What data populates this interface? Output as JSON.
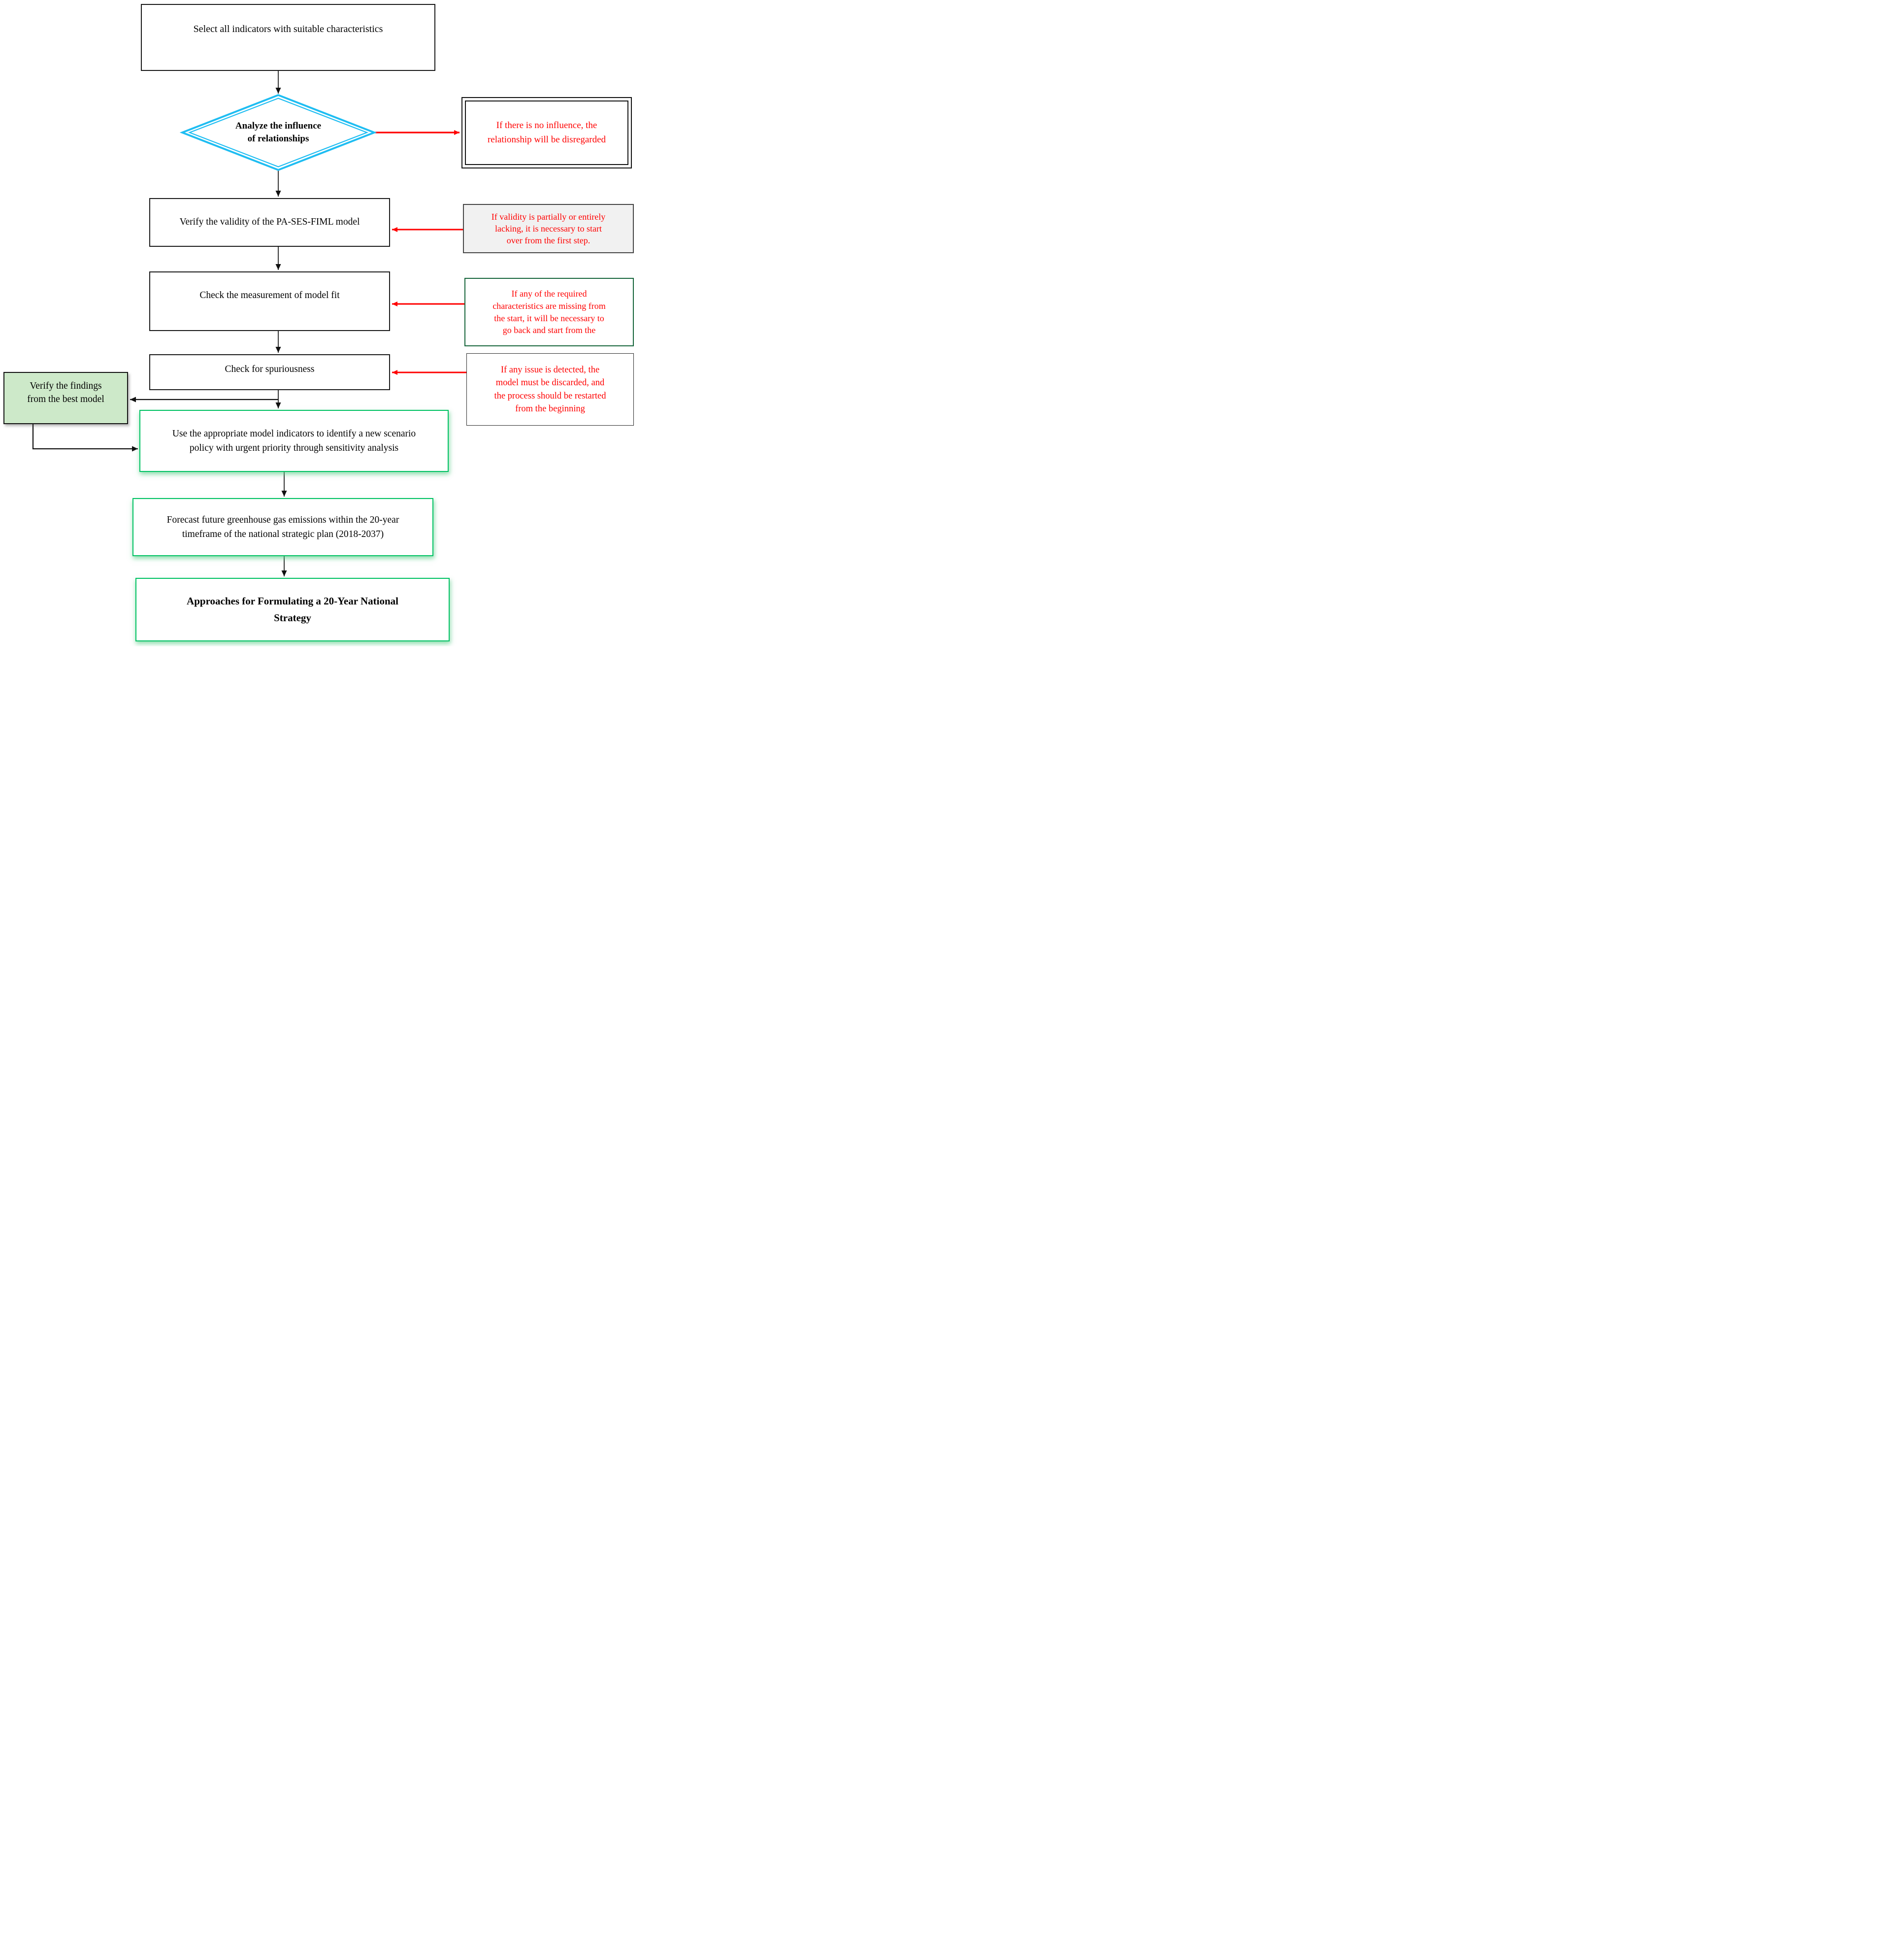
{
  "colors": {
    "diamond_border": "#1ebdf2",
    "process_border": "#1b1b1b",
    "annotation_text": "#ff0000",
    "result_border": "#00c263",
    "findings_fill": "#cde9c9",
    "gray_annotation_fill": "#f1f1f1",
    "dark_green_annotation_border": "#17663c"
  },
  "nodes": {
    "select": {
      "label": "Select all indicators with suitable characteristics"
    },
    "analyze": {
      "line1": "Analyze the influence",
      "line2": "of relationships"
    },
    "verify_validity": {
      "label": "Verify the validity of the PA-SES-FIML model"
    },
    "check_fit": {
      "label": "Check the measurement of model fit"
    },
    "check_spuriousness": {
      "label": "Check for spuriousness"
    },
    "verify_findings": {
      "line1": "Verify the findings",
      "line2": "from the best model"
    },
    "use_indicators": {
      "line1": "Use the appropriate model indicators to identify a new scenario",
      "line2": "policy with urgent priority through sensitivity analysis"
    },
    "forecast": {
      "line1": "Forecast future greenhouse gas emissions within the 20-year",
      "line2": "timeframe of the national strategic plan (2018-2037)"
    },
    "approaches": {
      "line1": "Approaches for Formulating a 20-Year National",
      "line2": "Strategy"
    }
  },
  "annotations": {
    "no_influence": {
      "line1": "If there is no influence, the",
      "line2": "relationship will be disregarded"
    },
    "validity_lacking": {
      "line1": "If validity is partially or entirely",
      "line2": "lacking, it is necessary to start",
      "line3": "over from the first step."
    },
    "missing_characteristics": {
      "line1": "If any of the required",
      "line2": "characteristics are missing from",
      "line3": "the start, it will be necessary to",
      "line4": "go back and start from the"
    },
    "issue_detected": {
      "line1": "If any issue is detected, the",
      "line2": "model must be discarded, and",
      "line3": "the process should be restarted",
      "line4": "from the beginning"
    }
  }
}
